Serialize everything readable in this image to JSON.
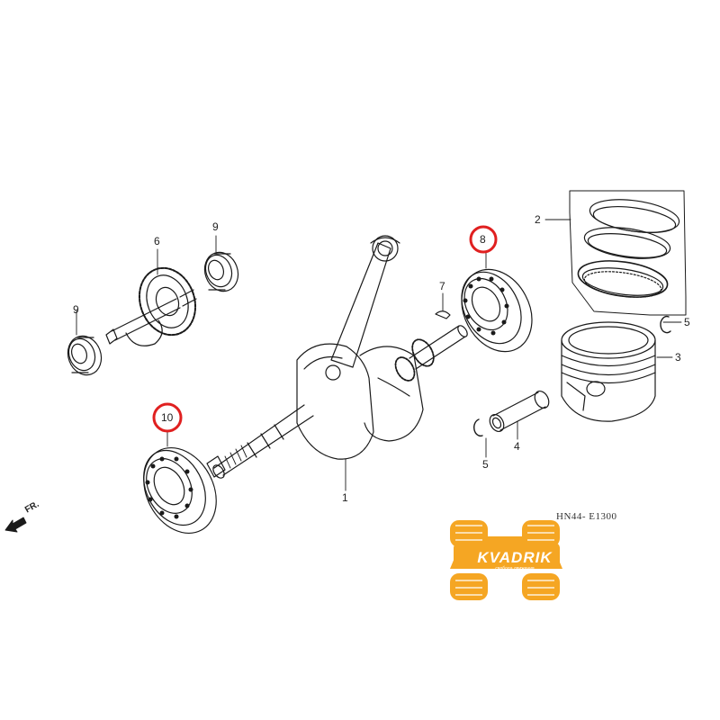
{
  "diagram": {
    "parts": [
      {
        "id": "part-1",
        "label": "1",
        "name": "crankshaft"
      },
      {
        "id": "part-2",
        "label": "2",
        "name": "piston-ring-set"
      },
      {
        "id": "part-3",
        "label": "3",
        "name": "piston"
      },
      {
        "id": "part-4",
        "label": "4",
        "name": "piston-pin"
      },
      {
        "id": "part-5a",
        "label": "5",
        "name": "pin-clip-right"
      },
      {
        "id": "part-5b",
        "label": "5",
        "name": "pin-clip-bottom"
      },
      {
        "id": "part-6",
        "label": "6",
        "name": "balancer-shaft"
      },
      {
        "id": "part-7",
        "label": "7",
        "name": "woodruff-key"
      },
      {
        "id": "part-8",
        "label": "8",
        "name": "bearing-right",
        "highlighted": true
      },
      {
        "id": "part-9a",
        "label": "9",
        "name": "balancer-bearing-top"
      },
      {
        "id": "part-9b",
        "label": "9",
        "name": "balancer-bearing-left"
      },
      {
        "id": "part-10",
        "label": "10",
        "name": "bearing-left",
        "highlighted": true
      }
    ],
    "direction_label": "FR.",
    "reference_code": "HN44- E1300",
    "highlight_color": "#e02020"
  },
  "watermark": {
    "brand": "KVADRIK",
    "tagline": "свобода движения",
    "color": "#f5a623"
  }
}
